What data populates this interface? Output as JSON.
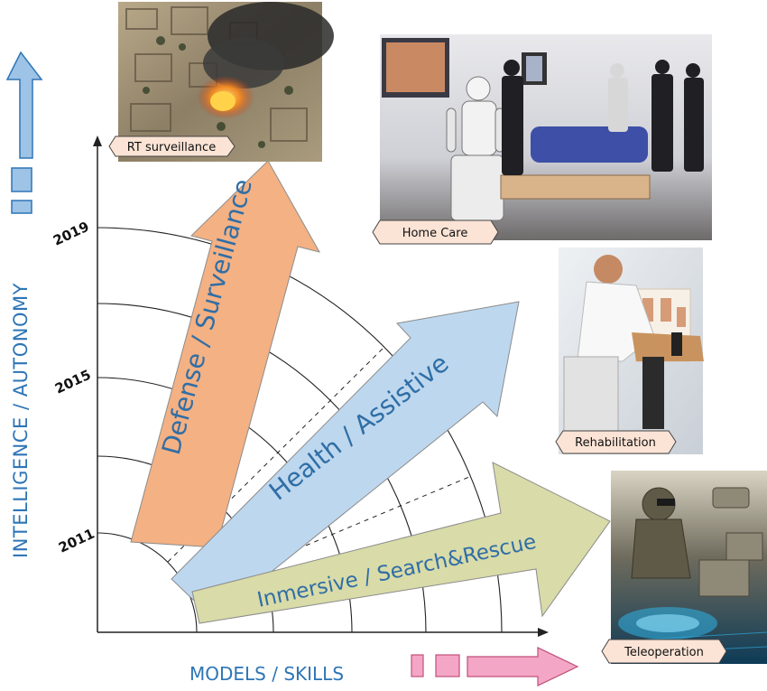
{
  "axes": {
    "y_label": "INTELLIGENCE / AUTONOMY",
    "x_label": "MODELS / SKILLS",
    "ticks": [
      "2011",
      "2015",
      "2019"
    ]
  },
  "arrows": {
    "defense": {
      "label": "Defense / Surveillance",
      "color": "#f4b183"
    },
    "health": {
      "label": "Health / Assistive",
      "color": "#bdd7ee"
    },
    "immersive": {
      "label": "Inmersive / Search&Rescue",
      "color": "#d9dba8"
    }
  },
  "photos": {
    "surveillance": {
      "caption": "RT surveillance"
    },
    "homecare": {
      "caption": "Home Care"
    },
    "rehab": {
      "caption": "Rehabilitation"
    },
    "teleop": {
      "caption": "Teleoperation"
    }
  },
  "colors": {
    "axis_text": "#2e75b6",
    "label_text": "#2f6ea6",
    "y_arrow": "#9dc3e6",
    "x_arrow": "#f4a6c6",
    "caption_bg": "#fbe4d5"
  }
}
